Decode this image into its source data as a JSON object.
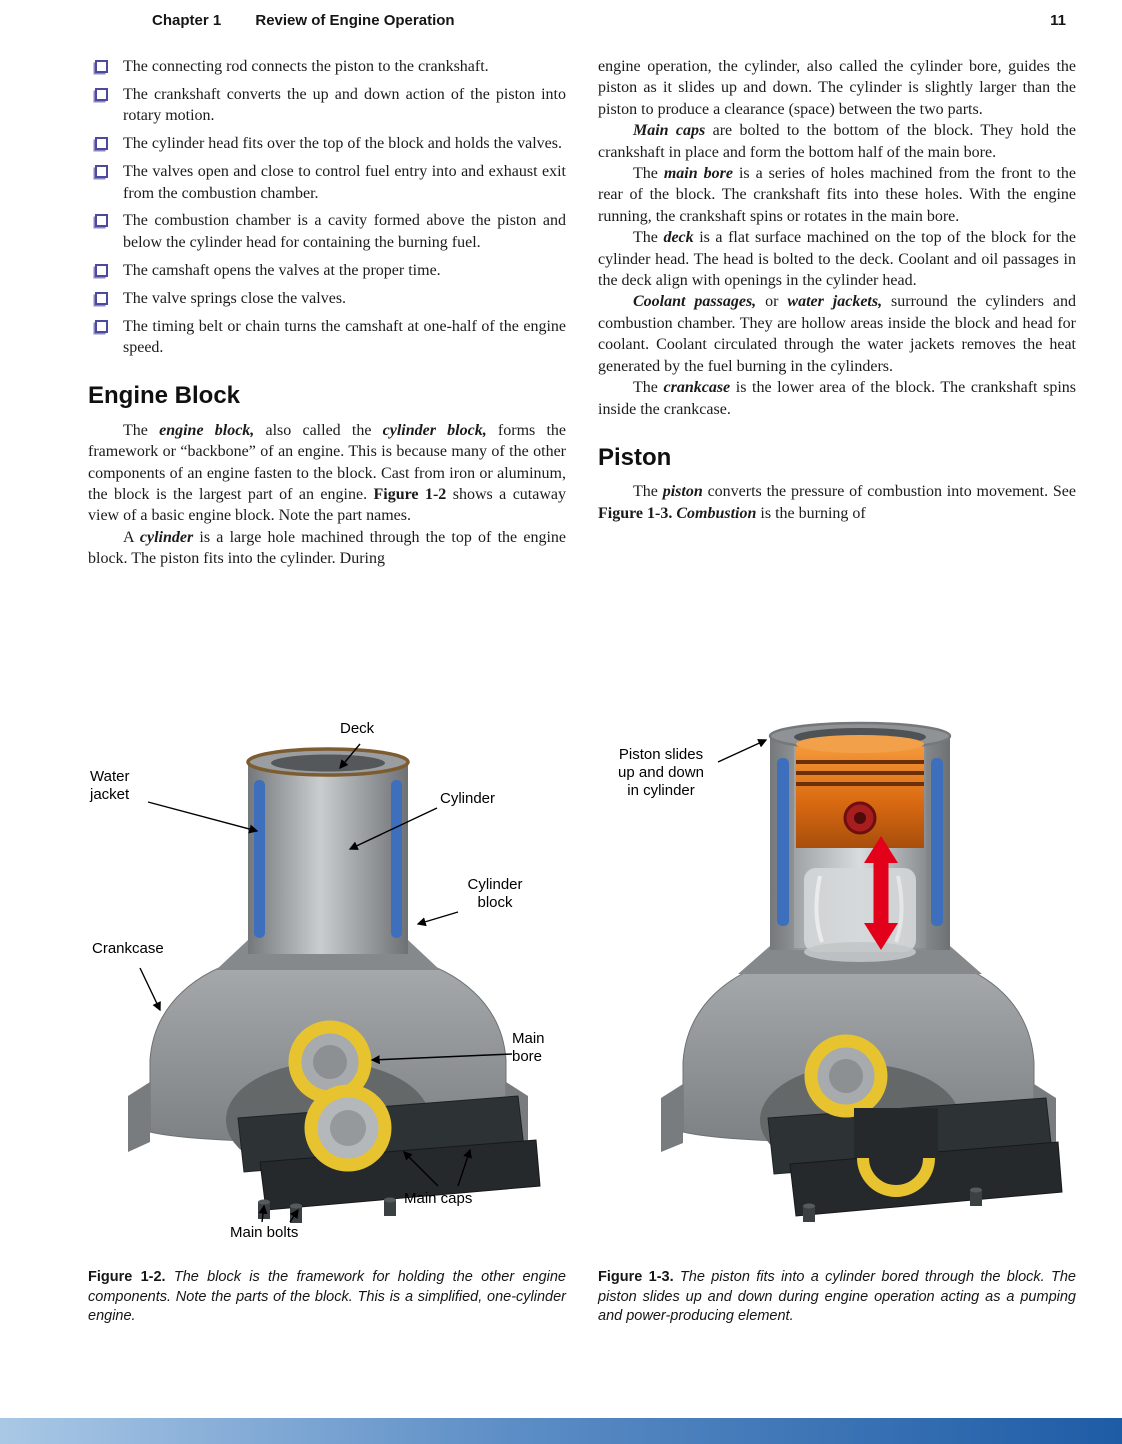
{
  "header": {
    "chapter": "Chapter 1",
    "title": "Review of Engine Operation",
    "page_number": "11"
  },
  "left_column": {
    "bullets": [
      "The connecting rod connects the piston to the crankshaft.",
      "The crankshaft converts the up and down action of the piston into rotary motion.",
      "The cylinder head fits over the top of the block and holds the valves.",
      "The valves open and close to control fuel entry into and exhaust exit from the combustion chamber.",
      "The combustion chamber is a cavity formed above the piston and below the cylinder head for containing the burning fuel.",
      "The camshaft opens the valves at the proper time.",
      "The valve springs close the valves.",
      "The timing belt or chain turns the camshaft at one-half of the engine speed."
    ],
    "engine_block_heading": "Engine Block",
    "p1": [
      {
        "t": "The ",
        "s": ""
      },
      {
        "t": "engine block,",
        "s": "bi"
      },
      {
        "t": " also called the ",
        "s": ""
      },
      {
        "t": "cylinder block,",
        "s": "bi"
      },
      {
        "t": " forms the framework or “backbone” of an engine. This is because many of the other components of an engine fasten to the block. Cast from iron or aluminum, the block is the largest part of an engine. ",
        "s": ""
      },
      {
        "t": "Figure 1-2",
        "s": "b"
      },
      {
        "t": " shows a cutaway view of a basic engine block. Note the part names.",
        "s": ""
      }
    ],
    "p2": [
      {
        "t": "A ",
        "s": ""
      },
      {
        "t": "cylinder",
        "s": "bi"
      },
      {
        "t": " is a large hole machined through the top of the engine block. The piston fits into the cylinder. During",
        "s": ""
      }
    ]
  },
  "right_column": {
    "p1": [
      {
        "t": "engine operation, the cylinder, also called the cylinder bore, guides the piston as it slides up and down. The cylinder is slightly larger than the piston to produce a clearance (space) between the two parts.",
        "s": ""
      }
    ],
    "p2": [
      {
        "t": "Main caps",
        "s": "bi"
      },
      {
        "t": " are bolted to the bottom of the block. They hold the crankshaft in place and form the bottom half of the main bore.",
        "s": ""
      }
    ],
    "p3": [
      {
        "t": "The ",
        "s": ""
      },
      {
        "t": "main bore",
        "s": "bi"
      },
      {
        "t": " is a series of holes machined from the front to the rear of the block. The crankshaft fits into these holes. With the engine running, the crankshaft spins or rotates in the main bore.",
        "s": ""
      }
    ],
    "p4": [
      {
        "t": "The ",
        "s": ""
      },
      {
        "t": "deck",
        "s": "bi"
      },
      {
        "t": " is a flat surface machined on the top of the block for the cylinder head. The head is bolted to the deck. Coolant and oil passages in the deck align with openings in the cylinder head.",
        "s": ""
      }
    ],
    "p5": [
      {
        "t": "Coolant passages,",
        "s": "bi"
      },
      {
        "t": " or ",
        "s": ""
      },
      {
        "t": "water jackets,",
        "s": "bi"
      },
      {
        "t": " surround the cylinders and combustion chamber. They are hollow areas inside the block and head for coolant. Coolant circulated through the water jackets removes the heat generated by the fuel burning in the cylinders.",
        "s": ""
      }
    ],
    "p6": [
      {
        "t": "The ",
        "s": ""
      },
      {
        "t": "crankcase",
        "s": "bi"
      },
      {
        "t": " is the lower area of the block. The crankshaft spins inside the crankcase.",
        "s": ""
      }
    ],
    "piston_heading": "Piston",
    "p7": [
      {
        "t": "The ",
        "s": ""
      },
      {
        "t": "piston",
        "s": "bi"
      },
      {
        "t": " converts the pressure of combustion into movement. See ",
        "s": ""
      },
      {
        "t": "Figure 1-3.",
        "s": "b"
      },
      {
        "t": " ",
        "s": ""
      },
      {
        "t": "Combustion",
        "s": "bi"
      },
      {
        "t": " is the burning of",
        "s": ""
      }
    ]
  },
  "figure2": {
    "labels": {
      "deck": "Deck",
      "water_jacket": "Water\njacket",
      "cylinder": "Cylinder",
      "cylinder_block": "Cylinder\nblock",
      "crankcase": "Crankcase",
      "main_bore": "Main\nbore",
      "main_caps": "Main caps",
      "main_bolts": "Main bolts"
    },
    "caption": [
      {
        "t": "Figure 1-2.",
        "s": "b"
      },
      {
        "t": " The block is the framework for holding the other engine components. Note the parts of the block. This is a simplified, one-cylinder engine.",
        "s": "i"
      }
    ]
  },
  "figure3": {
    "labels": {
      "piston_slides": "Piston slides\nup and down\nin cylinder"
    },
    "caption": [
      {
        "t": "Figure 1-3.",
        "s": "b"
      },
      {
        "t": " The piston fits into a cylinder bored through the block. The piston slides up and down during engine operation acting as a pumping and power-producing element.",
        "s": "i"
      }
    ]
  },
  "colors": {
    "bullet_square": "#4d4a9e",
    "water_jacket_blue": "#3e6fbc",
    "main_bore_yellow": "#e7c42f",
    "cap_dark": "#26292c",
    "piston_orange": "#d96a12",
    "motion_arrow_red": "#e3001b",
    "footer_blue": "#1e5ca6"
  }
}
